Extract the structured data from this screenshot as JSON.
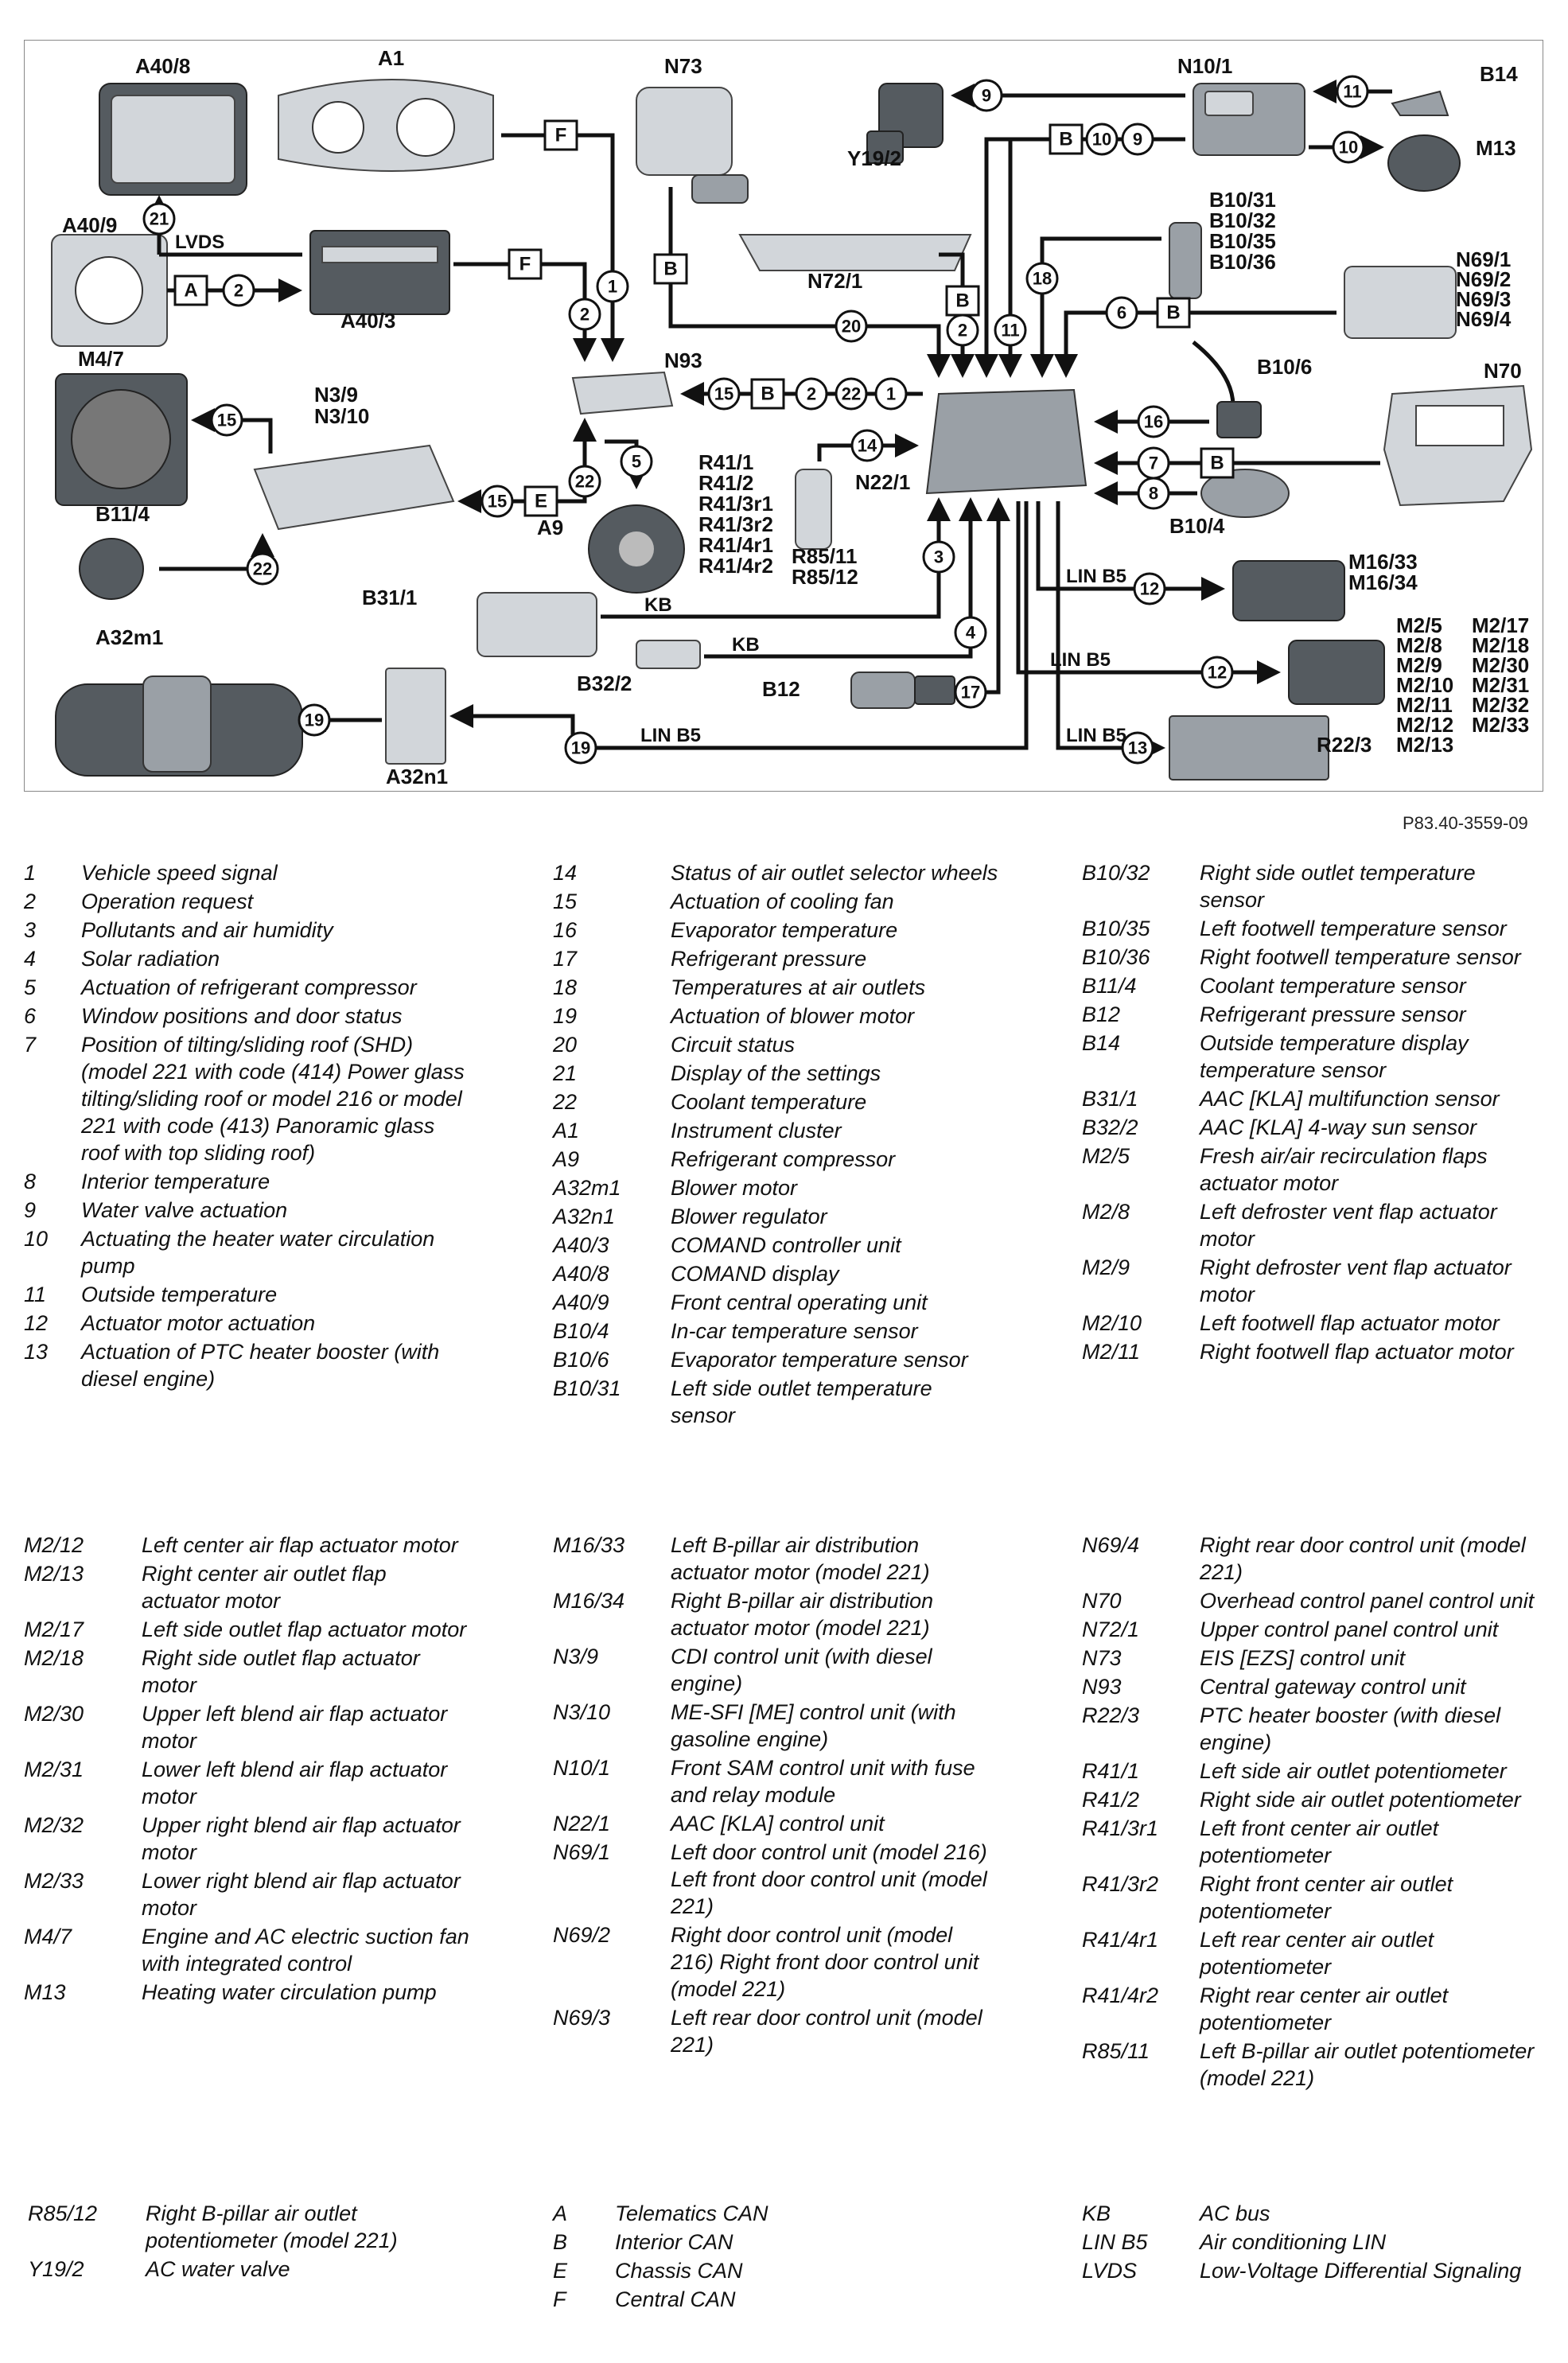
{
  "figure_ref": "P83.40-3559-09",
  "diagram": {
    "components": {
      "a40_8": "A40/8",
      "a1": "A1",
      "n73": "N73",
      "y19_2": "Y19/2",
      "n10_1": "N10/1",
      "b14": "B14",
      "m13": "M13",
      "a40_9": "A40/9",
      "a40_3": "A40/3",
      "n72_1": "N72/1",
      "b10_31": "B10/31",
      "b10_32": "B10/32",
      "b10_35": "B10/35",
      "b10_36": "B10/36",
      "n69_1": "N69/1",
      "n69_2": "N69/2",
      "n69_3": "N69/3",
      "n69_4": "N69/4",
      "m4_7": "M4/7",
      "n3_9": "N3/9",
      "n3_10": "N3/10",
      "n93": "N93",
      "b10_6": "B10/6",
      "n70": "N70",
      "b11_4": "B11/4",
      "n22_1": "N22/1",
      "b10_4": "B10/4",
      "a9": "A9",
      "r41_1": "R41/1",
      "r41_2": "R41/2",
      "r41_3r1": "R41/3r1",
      "r41_3r2": "R41/3r2",
      "r41_4r1": "R41/4r1",
      "r41_4r2": "R41/4r2",
      "r85_11": "R85/11",
      "r85_12": "R85/12",
      "m16_33": "M16/33",
      "m16_34": "M16/34",
      "b31_1": "B31/1",
      "b32_2": "B32/2",
      "b12": "B12",
      "a32m1": "A32m1",
      "a32n1": "A32n1",
      "m2_5": "M2/5",
      "m2_8": "M2/8",
      "m2_9": "M2/9",
      "m2_10": "M2/10",
      "m2_11": "M2/11",
      "m2_12": "M2/12",
      "m2_13": "M2/13",
      "m2_17": "M2/17",
      "m2_18": "M2/18",
      "m2_30": "M2/30",
      "m2_31": "M2/31",
      "m2_32": "M2/32",
      "m2_33": "M2/33",
      "r22_3": "R22/3"
    },
    "wires": {
      "lvds": "LVDS",
      "kb1": "KB",
      "kb2": "KB",
      "lin1": "LIN B5",
      "lin2": "LIN B5",
      "lin3": "LIN B5",
      "lin4": "LIN B5"
    },
    "signals": {
      "s1a": "1",
      "s1b": "1",
      "s2a": "2",
      "s2b": "2",
      "s2c": "2",
      "s2d": "2",
      "s3": "3",
      "s4": "4",
      "s5": "5",
      "s6": "6",
      "s7": "7",
      "s8": "8",
      "s9a": "9",
      "s9b": "9",
      "s10a": "10",
      "s10b": "10",
      "s11a": "11",
      "s11b": "11",
      "s12a": "12",
      "s12b": "12",
      "s13": "13",
      "s14": "14",
      "s15a": "15",
      "s15b": "15",
      "s15c": "15",
      "s16": "16",
      "s17": "17",
      "s18": "18",
      "s19a": "19",
      "s19b": "19",
      "s20": "20",
      "s21": "21",
      "s22a": "22",
      "s22b": "22",
      "s22c": "22"
    },
    "buses": {
      "f1": "F",
      "f2": "F",
      "a1": "A",
      "b_n73": "B",
      "b_n10": "B",
      "b_n72": "B",
      "b_n69": "B",
      "b_n70": "B",
      "b_n93": "B",
      "e1": "E"
    }
  },
  "legend_blocks": [
    {
      "col1": [
        [
          "1",
          "Vehicle speed signal"
        ],
        [
          "2",
          "Operation request"
        ],
        [
          "3",
          "Pollutants and air humidity"
        ],
        [
          "4",
          "Solar radiation"
        ],
        [
          "5",
          "Actuation of refrigerant compressor"
        ],
        [
          "6",
          "Window positions and door status"
        ],
        [
          "7",
          "Position of tilting/sliding roof (SHD) (model 221 with code (414) Power glass tilting/sliding roof or model 216 or model 221 with code (413) Panoramic glass roof with top sliding roof)"
        ],
        [
          "8",
          "Interior temperature"
        ],
        [
          "9",
          "Water valve actuation"
        ],
        [
          "10",
          "Actuating the heater water circulation pump"
        ],
        [
          "11",
          "Outside temperature"
        ],
        [
          "12",
          "Actuator motor actuation"
        ],
        [
          "13",
          "Actuation of PTC heater booster (with diesel engine)"
        ]
      ],
      "col2": [
        [
          "14",
          "Status of air outlet selector wheels"
        ],
        [
          "15",
          "Actuation of cooling fan"
        ],
        [
          "16",
          "Evaporator temperature"
        ],
        [
          "17",
          "Refrigerant pressure"
        ],
        [
          "18",
          "Temperatures at air outlets"
        ],
        [
          "19",
          "Actuation of blower motor"
        ],
        [
          "20",
          "Circuit status"
        ],
        [
          "21",
          "Display of the settings"
        ],
        [
          "22",
          "Coolant temperature"
        ],
        [
          "A1",
          "Instrument cluster"
        ],
        [
          "A9",
          "Refrigerant compressor"
        ],
        [
          "A32m1",
          "Blower motor"
        ],
        [
          "A32n1",
          "Blower regulator"
        ],
        [
          "A40/3",
          "COMAND controller unit"
        ],
        [
          "A40/8",
          "COMAND display"
        ],
        [
          "A40/9",
          "Front central operating unit"
        ],
        [
          "B10/4",
          "In-car temperature sensor"
        ],
        [
          "B10/6",
          "Evaporator temperature sensor"
        ],
        [
          "B10/31",
          "Left side outlet temperature sensor"
        ]
      ],
      "col3": [
        [
          "B10/32",
          "Right side outlet temperature sensor"
        ],
        [
          "B10/35",
          "Left footwell temperature sensor"
        ],
        [
          "B10/36",
          "Right footwell temperature sensor"
        ],
        [
          "B11/4",
          "Coolant temperature sensor"
        ],
        [
          "B12",
          "Refrigerant pressure sensor"
        ],
        [
          "B14",
          "Outside temperature display temperature sensor"
        ],
        [
          "B31/1",
          "AAC [KLA] multifunction sensor"
        ],
        [
          "B32/2",
          "AAC [KLA] 4-way sun sensor"
        ],
        [
          "M2/5",
          "Fresh air/air recirculation flaps actuator motor"
        ],
        [
          "M2/8",
          "Left defroster vent flap actuator motor"
        ],
        [
          "M2/9",
          "Right defroster vent flap actuator motor"
        ],
        [
          "M2/10",
          "Left footwell flap actuator motor"
        ],
        [
          "M2/11",
          "Right footwell flap actuator motor"
        ]
      ]
    },
    {
      "col1": [
        [
          "M2/12",
          "Left center air flap actuator motor"
        ],
        [
          "M2/13",
          "Right center air outlet flap actuator motor"
        ],
        [
          "M2/17",
          "Left side outlet flap actuator motor"
        ],
        [
          "M2/18",
          "Right side outlet flap actuator motor"
        ],
        [
          "M2/30",
          "Upper left blend air flap actuator motor"
        ],
        [
          "M2/31",
          "Lower left blend air flap actuator motor"
        ],
        [
          "M2/32",
          "Upper right blend air flap actuator motor"
        ],
        [
          "M2/33",
          "Lower right blend air flap actuator motor"
        ],
        [
          "M4/7",
          "Engine and AC electric suction fan with integrated control"
        ],
        [
          "M13",
          "Heating water circulation pump"
        ]
      ],
      "col2": [
        [
          "M16/33",
          "Left B-pillar air distribution actuator motor (model 221)"
        ],
        [
          "M16/34",
          "Right B-pillar air distribution actuator motor (model 221)"
        ],
        [
          "N3/9",
          "CDI control unit (with diesel engine)"
        ],
        [
          "N3/10",
          "ME-SFI [ME] control unit (with gasoline engine)"
        ],
        [
          "N10/1",
          "Front SAM control unit with fuse and relay module"
        ],
        [
          "N22/1",
          "AAC [KLA] control unit"
        ],
        [
          "N69/1",
          "Left door control unit (model 216) Left front door control unit (model 221)"
        ],
        [
          "N69/2",
          "Right door control unit (model 216) Right front door control unit (model 221)"
        ],
        [
          "N69/3",
          "Left rear door control unit (model 221)"
        ]
      ],
      "col3": [
        [
          "N69/4",
          "Right rear door control unit (model 221)"
        ],
        [
          "N70",
          "Overhead control panel control unit"
        ],
        [
          "N72/1",
          "Upper control panel control unit"
        ],
        [
          "N73",
          "EIS [EZS] control unit"
        ],
        [
          "N93",
          "Central gateway control unit"
        ],
        [
          "R22/3",
          "PTC heater booster (with diesel engine)"
        ],
        [
          "R41/1",
          "Left side air outlet potentiometer"
        ],
        [
          "R41/2",
          "Right side air outlet potentiometer"
        ],
        [
          "R41/3r1",
          "Left front center air outlet potentiometer"
        ],
        [
          "R41/3r2",
          "Right front center air outlet potentiometer"
        ],
        [
          "R41/4r1",
          "Left rear center air outlet potentiometer"
        ],
        [
          "R41/4r2",
          "Right rear center air outlet potentiometer"
        ],
        [
          "R85/11",
          "Left B-pillar air outlet potentiometer (model 221)"
        ]
      ]
    },
    {
      "col1": [
        [
          "R85/12",
          "Right B-pillar air outlet potentiometer (model 221)"
        ],
        [
          "Y19/2",
          "AC water valve"
        ]
      ],
      "col2": [
        [
          "A",
          "Telematics CAN"
        ],
        [
          "B",
          "Interior CAN"
        ],
        [
          "E",
          "Chassis CAN"
        ],
        [
          "F",
          "Central CAN"
        ]
      ],
      "col3": [
        [
          "KB",
          "AC bus"
        ],
        [
          "LIN B5",
          "Air conditioning LIN"
        ],
        [
          "LVDS",
          "Low-Voltage Differential Signaling"
        ]
      ]
    }
  ]
}
